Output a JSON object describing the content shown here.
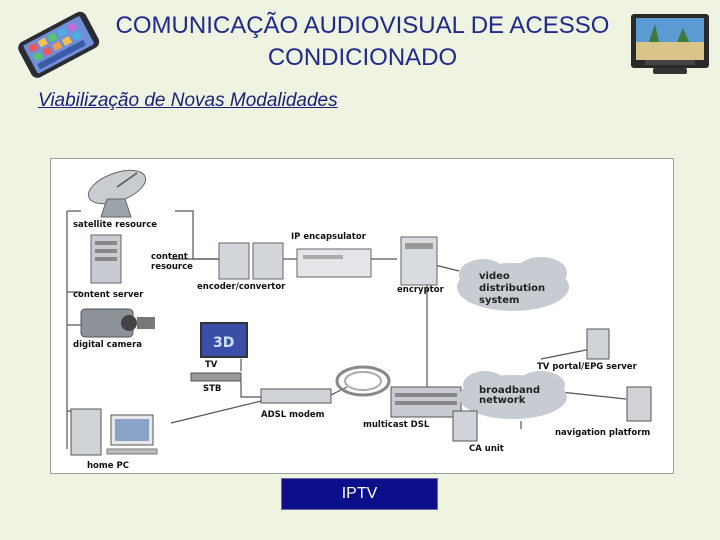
{
  "header": {
    "title_line1": "COMUNICAÇÃO AUDIOVISUAL DE ACESSO",
    "title_line2": "CONDICIONADO",
    "subtitle": "Viabilização de Novas Modalidades"
  },
  "diagram": {
    "labels": {
      "satellite": "satellite resource",
      "content_resource_1": "content",
      "content_resource_2": "resource",
      "content_server": "content server",
      "ip_encapsulator": "IP encapsulator",
      "encoder": "encoder/convertor",
      "encryptor": "encryptor",
      "vds_1": "video",
      "vds_2": "distribution",
      "vds_3": "system",
      "digital_camera": "digital camera",
      "tv": "TV",
      "stb": "STB",
      "tv_portal": "TV portal/EPG server",
      "broadband_1": "broadband",
      "broadband_2": "network",
      "adsl": "ADSL modem",
      "multicast": "multicast DSL",
      "navigation": "navigation platform",
      "ca_unit": "CA unit",
      "home_pc": "home PC"
    }
  },
  "caption": "IPTV",
  "icons": {
    "left": "smartphone-icon",
    "right": "tv-icon"
  },
  "colors": {
    "title": "#1f2a8a",
    "caption_bg": "#0b0f8a",
    "background": "#eef3e2"
  }
}
